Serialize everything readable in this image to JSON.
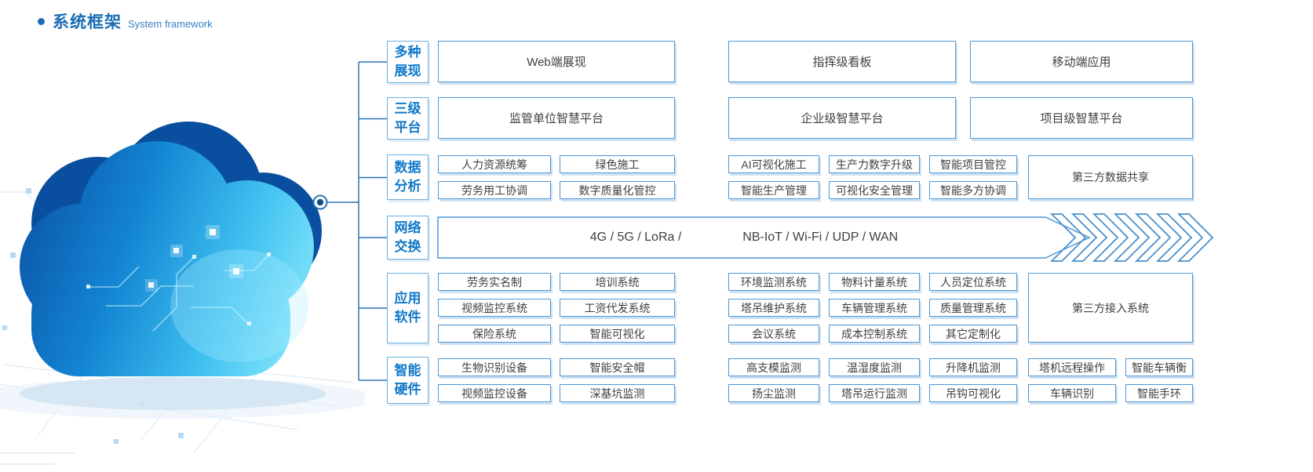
{
  "title": {
    "zh": "系统框架",
    "en": "System framework"
  },
  "colors": {
    "accent": "#1b6cb5",
    "box_border": "#4d96d5",
    "category_text": "#1179c8",
    "line": "#2e74b5"
  },
  "icons": {
    "node": "link-node-icon",
    "chevrons": "flow-chevrons-icon",
    "cloud": "cloud-illustration"
  },
  "categories": [
    {
      "line1": "多种",
      "line2": "展现"
    },
    {
      "line1": "三级",
      "line2": "平台"
    },
    {
      "line1": "数据",
      "line2": "分析"
    },
    {
      "line1": "网络",
      "line2": "交换"
    },
    {
      "line1": "应用",
      "line2": "软件"
    },
    {
      "line1": "智能",
      "line2": "硬件"
    }
  ],
  "display_row": [
    "Web端展现",
    "指挥级看板",
    "移动端应用"
  ],
  "platform_row": [
    "监管单位智慧平台",
    "企业级智慧平台",
    "项目级智慧平台"
  ],
  "data_analysis": {
    "row1": [
      "人力资源统筹",
      "绿色施工",
      "AI可视化施工",
      "生产力数字升级",
      "智能项目管控"
    ],
    "row2": [
      "劳务用工协调",
      "数字质量化管控",
      "智能生产管理",
      "可视化安全管理",
      "智能多方协调"
    ],
    "tall": "第三方数据共享"
  },
  "network": {
    "part1": "4G / 5G / LoRa /",
    "part2": "NB-IoT / Wi-Fi / UDP / WAN"
  },
  "software": {
    "row1": [
      "劳务实名制",
      "培训系统",
      "环境监测系统",
      "物料计量系统",
      "人员定位系统"
    ],
    "row2": [
      "视频监控系统",
      "工资代发系统",
      "塔吊维护系统",
      "车辆管理系统",
      "质量管理系统"
    ],
    "row3": [
      "保险系统",
      "智能可视化",
      "会议系统",
      "成本控制系统",
      "其它定制化"
    ],
    "tall": "第三方接入系统"
  },
  "hardware": {
    "row1": [
      "生物识别设备",
      "智能安全帽",
      "高支模监测",
      "温湿度监测",
      "升降机监测",
      "塔机远程操作",
      "智能车辆衡"
    ],
    "row2": [
      "视频监控设备",
      "深基坑监测",
      "扬尘监测",
      "塔吊运行监测",
      "吊钩可视化",
      "车辆识别",
      "智能手环"
    ]
  }
}
